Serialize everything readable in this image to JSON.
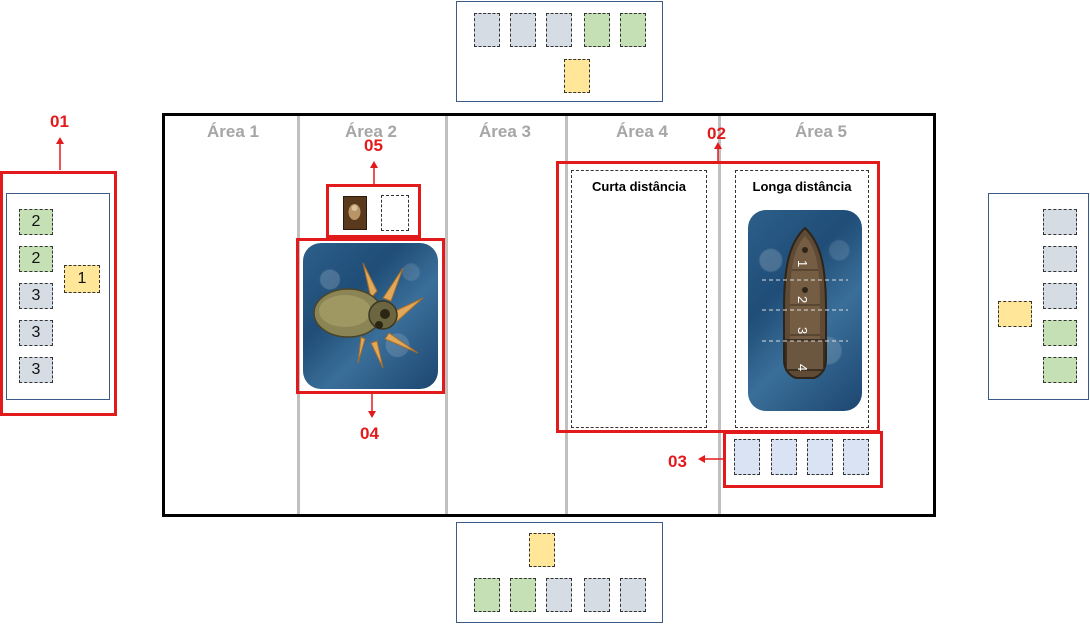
{
  "board": {
    "areas": [
      "Área 1",
      "Área 2",
      "Área 3",
      "Área 4",
      "Área 5"
    ]
  },
  "callouts": {
    "c01": "01",
    "c02": "02",
    "c03": "03",
    "c04": "04",
    "c05": "05"
  },
  "zones": {
    "short_range": "Curta distância",
    "long_range": "Longa distância"
  },
  "left_panel": {
    "column_slots": [
      "2",
      "2",
      "3",
      "3",
      "3"
    ],
    "side_slot": "1"
  },
  "ship": {
    "sections": [
      "1",
      "2",
      "3",
      "4"
    ]
  },
  "colors": {
    "callout_red": "#e31a1c",
    "panel_border": "#3a5a8c",
    "slot_blue": "#d6dce4",
    "slot_green": "#c5e0b4",
    "slot_yellow": "#ffe699",
    "area_label_gray": "#a6a6a6"
  }
}
